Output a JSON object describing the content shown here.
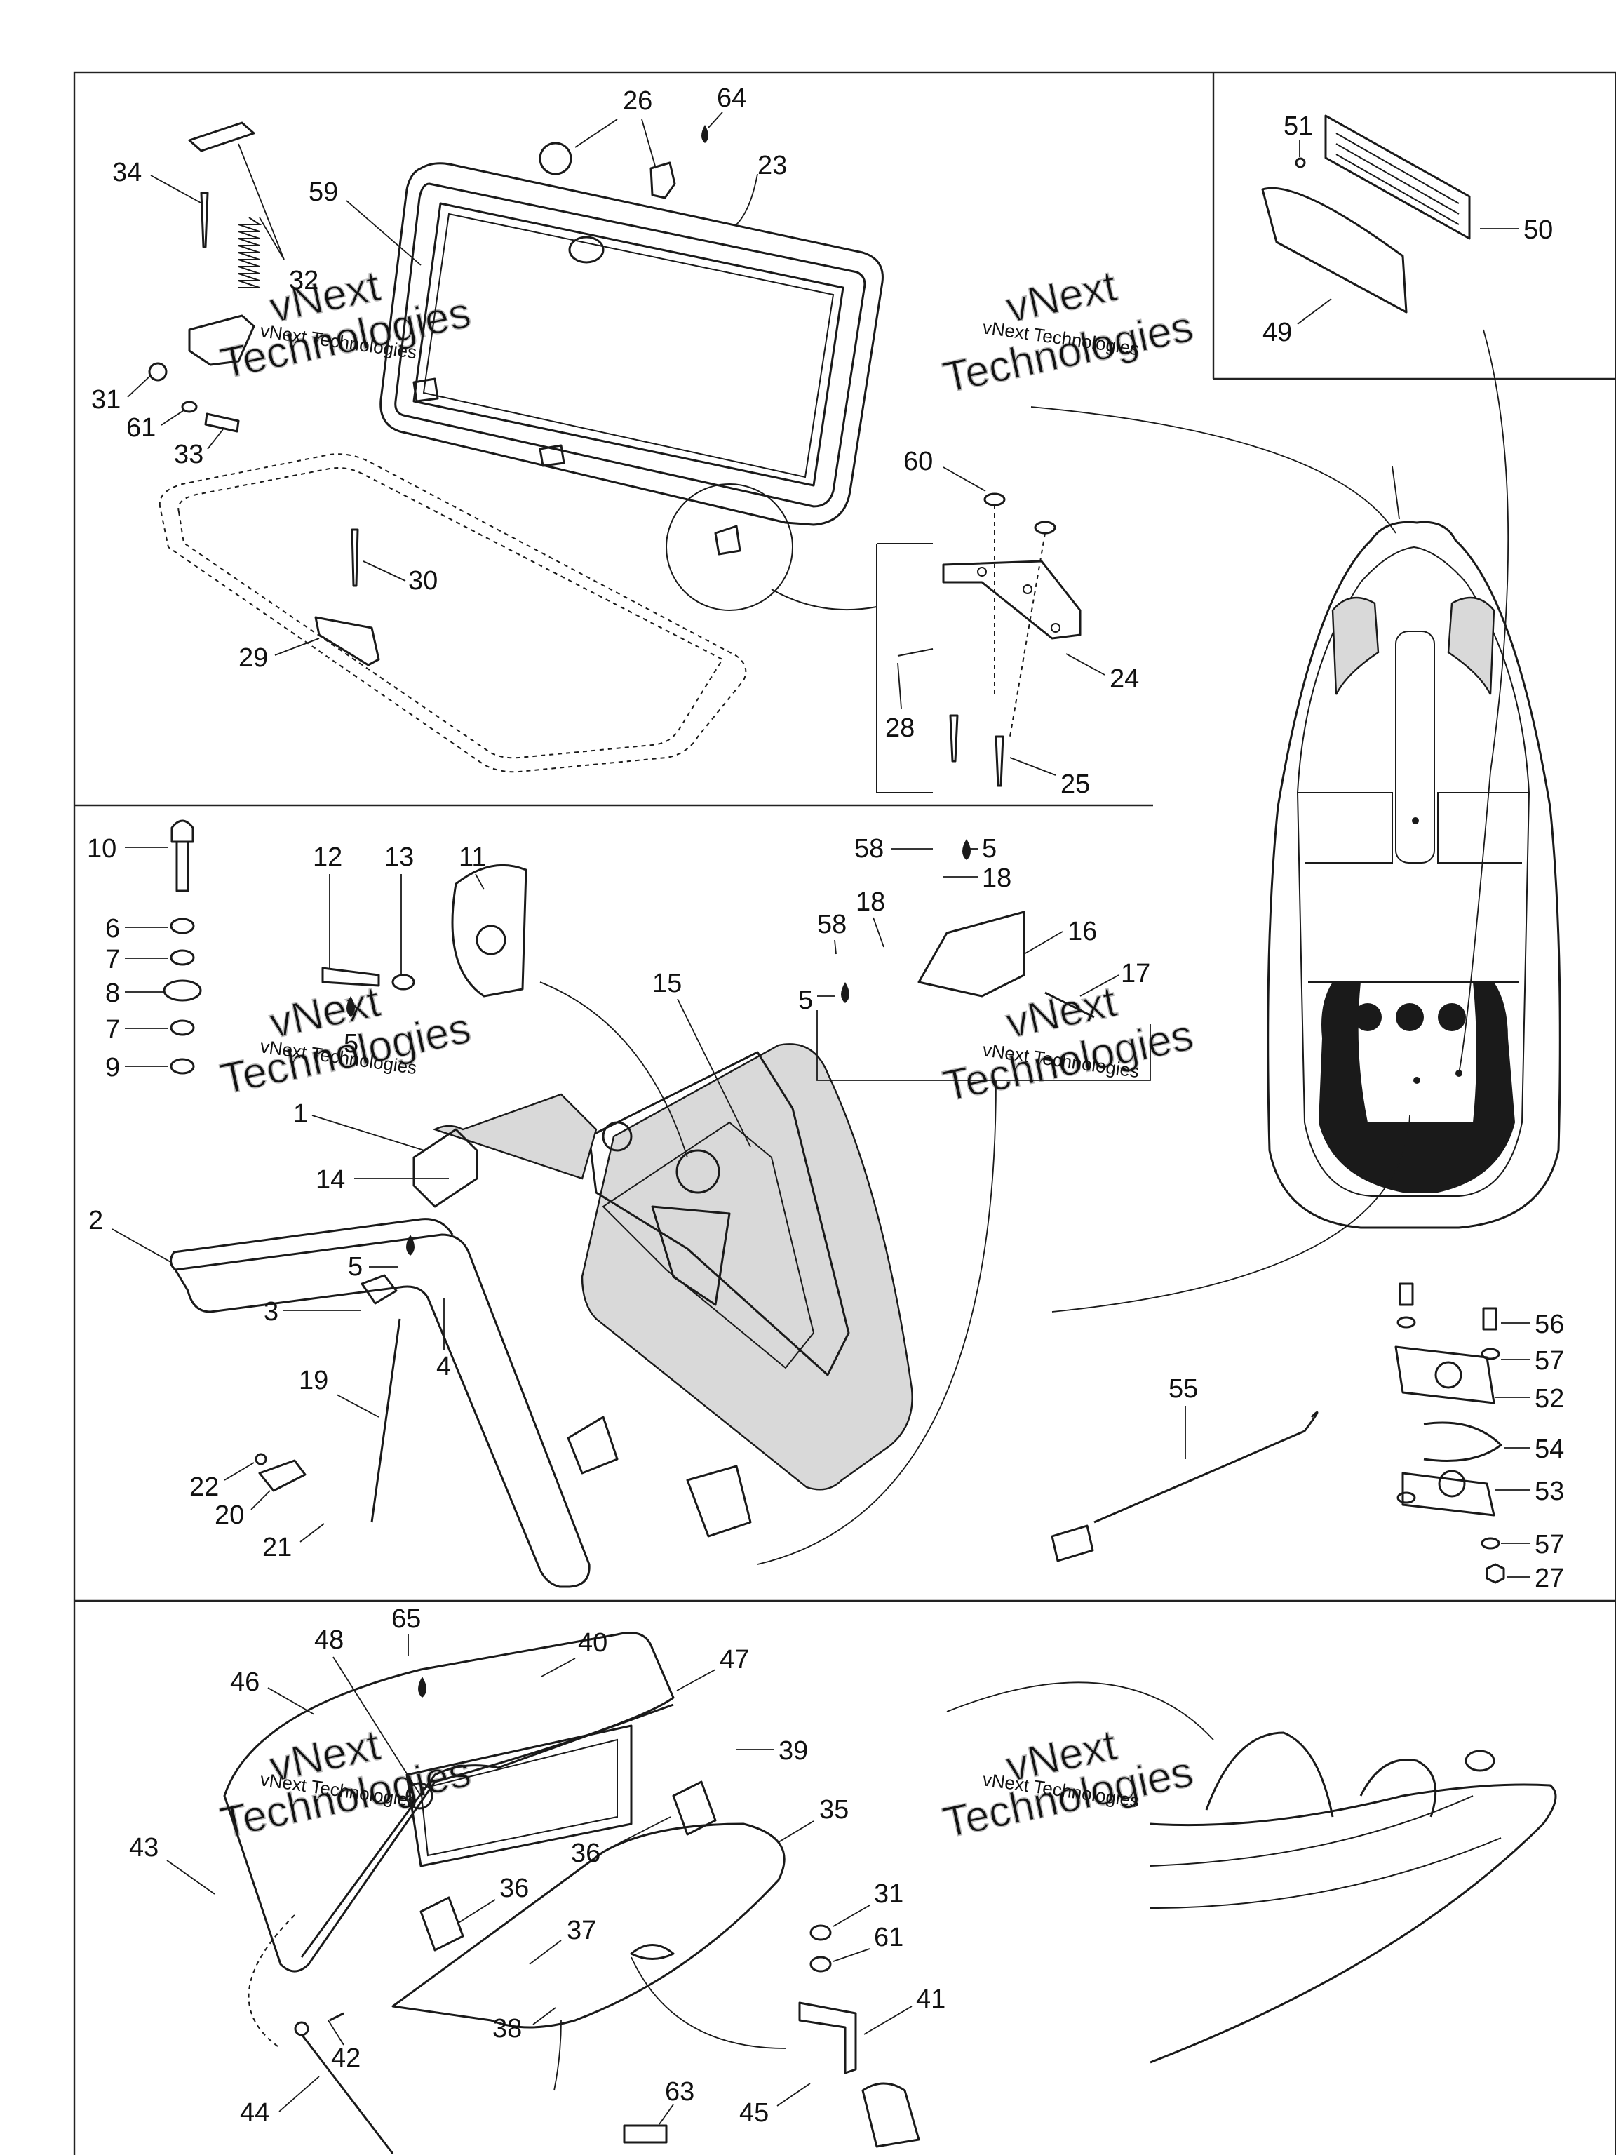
{
  "watermark": {
    "line1": "vNext",
    "line2": "Technologies",
    "small": "vNext Technologies"
  },
  "callouts": {
    "c26": "26",
    "c64": "64",
    "c23": "23",
    "c34": "34",
    "c59": "59",
    "c32": "32",
    "c31a": "31",
    "c61a": "61",
    "c33": "33",
    "c30": "30",
    "c29": "29",
    "c60": "60",
    "c24": "24",
    "c28": "28",
    "c25": "25",
    "c51": "51",
    "c50": "50",
    "c49": "49",
    "c10": "10",
    "c6": "6",
    "c7a": "7",
    "c8": "8",
    "c7b": "7",
    "c9": "9",
    "c12": "12",
    "c13": "13",
    "c11": "11",
    "c5a": "5",
    "c58a": "58",
    "c5b": "5",
    "c18a": "18",
    "c18b": "18",
    "c58b": "58",
    "c16": "16",
    "c5c": "5",
    "c17": "17",
    "c15": "15",
    "c1": "1",
    "c14": "14",
    "c2": "2",
    "c5d": "5",
    "c3": "3",
    "c4": "4",
    "c19": "19",
    "c22": "22",
    "c20": "20",
    "c21": "21",
    "c56": "56",
    "c57a": "57",
    "c52": "52",
    "c54": "54",
    "c53": "53",
    "c57b": "57",
    "c27": "27",
    "c55": "55",
    "c65": "65",
    "c48": "48",
    "c40": "40",
    "c46": "46",
    "c47": "47",
    "c39": "39",
    "c35": "35",
    "c36a": "36",
    "c43": "43",
    "c36b": "36",
    "c37": "37",
    "c38": "38",
    "c31b": "31",
    "c61b": "61",
    "c41": "41",
    "c42": "42",
    "c44": "44",
    "c45": "45",
    "c63": "63"
  }
}
